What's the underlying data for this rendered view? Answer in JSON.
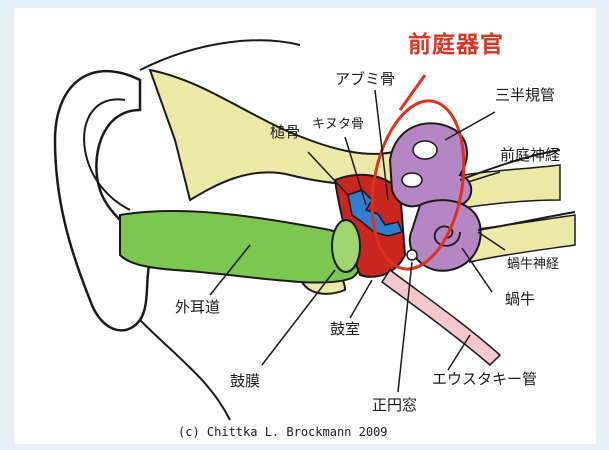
{
  "title": "前庭器官",
  "labels": {
    "stapes": "アブミ骨",
    "semicircular_canals": "三半規管",
    "malleus": "槌骨",
    "incus": "キヌタ骨",
    "vestibular_nerve": "前庭神経",
    "cochlear_nerve": "蝸牛神経",
    "cochlea": "蝸牛",
    "ear_canal": "外耳道",
    "tympanic_cavity": "鼓室",
    "eardrum": "鼓膜",
    "eustachian_tube": "エウスタキー管",
    "round_window": "正円窓"
  },
  "credit": "(c) Chittka L. Brockmann 2009",
  "colors": {
    "title_red": "#e0301e",
    "bone_yellow": "#ece9a6",
    "canal_green": "#7cc74f",
    "middle_ear_red": "#c8261e",
    "ossicle_blue": "#2f7fd1",
    "inner_ear_purple": "#b487c4",
    "tube_pink": "#f3c7cb"
  }
}
